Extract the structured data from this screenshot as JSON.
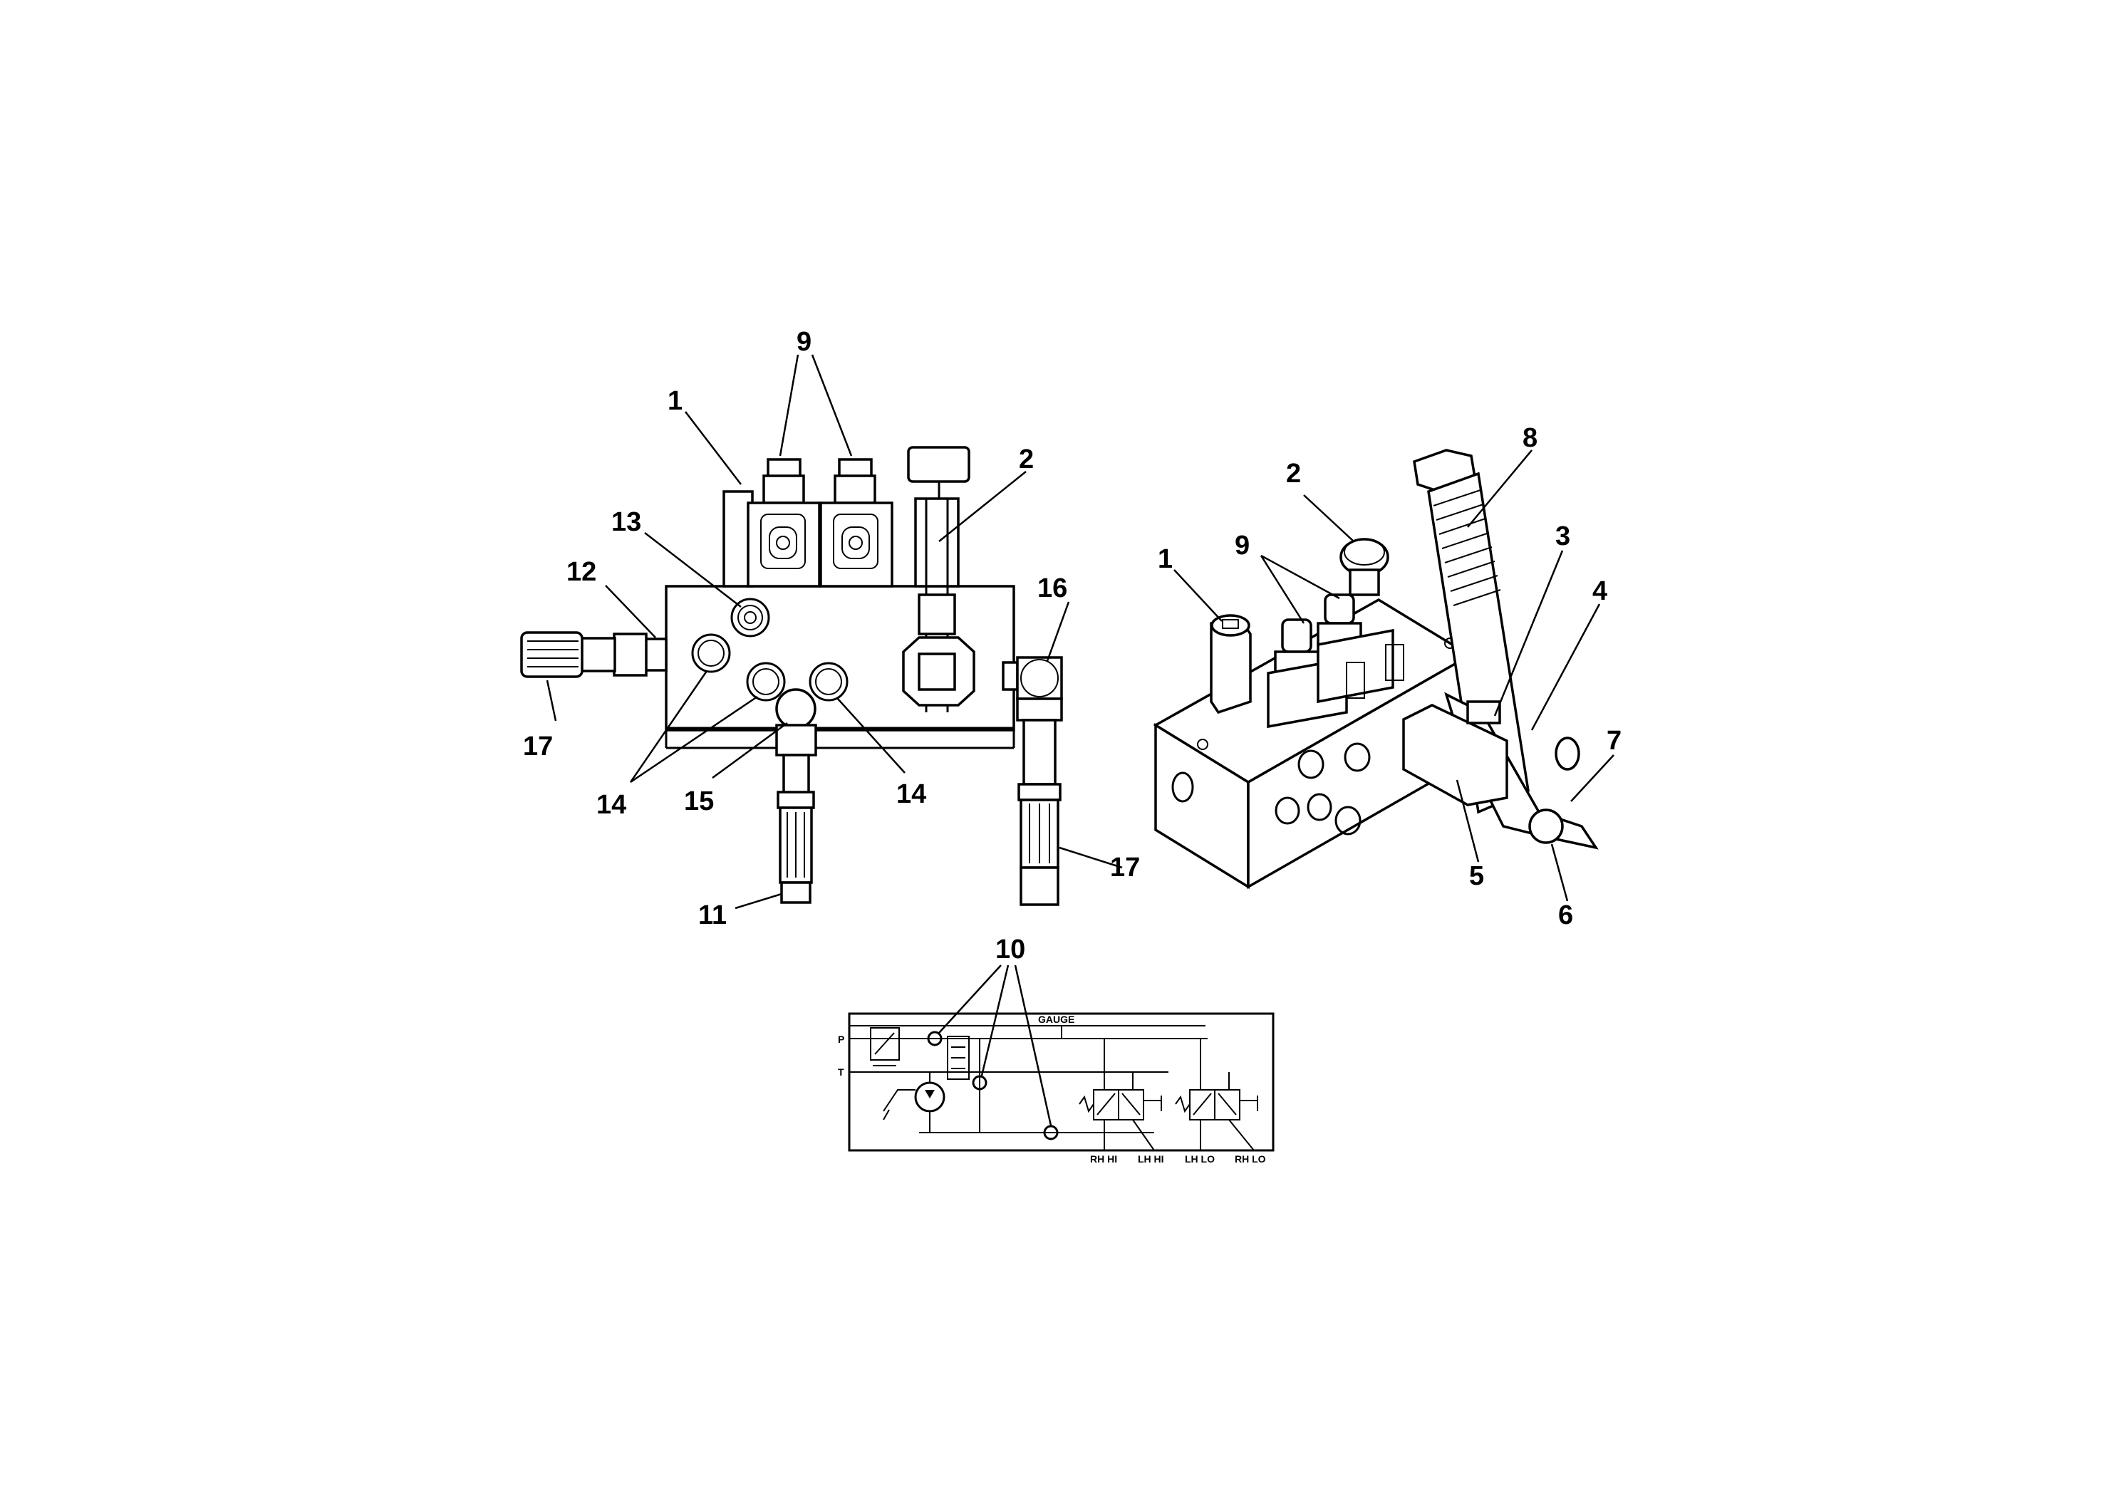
{
  "figure": {
    "left_view_callouts": {
      "c1": "1",
      "c2": "2",
      "c9": "9",
      "c11": "11",
      "c12": "12",
      "c13": "13",
      "c14a": "14",
      "c14b": "14",
      "c15": "15",
      "c16": "16",
      "c17a": "17",
      "c17b": "17"
    },
    "right_view_callouts": {
      "c1": "1",
      "c2": "2",
      "c3": "3",
      "c4": "4",
      "c5": "5",
      "c6": "6",
      "c7": "7",
      "c8": "8",
      "c9": "9"
    },
    "schematic": {
      "callout": "10",
      "gauge_label": "GAUGE",
      "port_p": "P",
      "port_t": "T",
      "outputs": [
        "RH HI",
        "LH HI",
        "LH LO",
        "RH LO"
      ]
    }
  }
}
